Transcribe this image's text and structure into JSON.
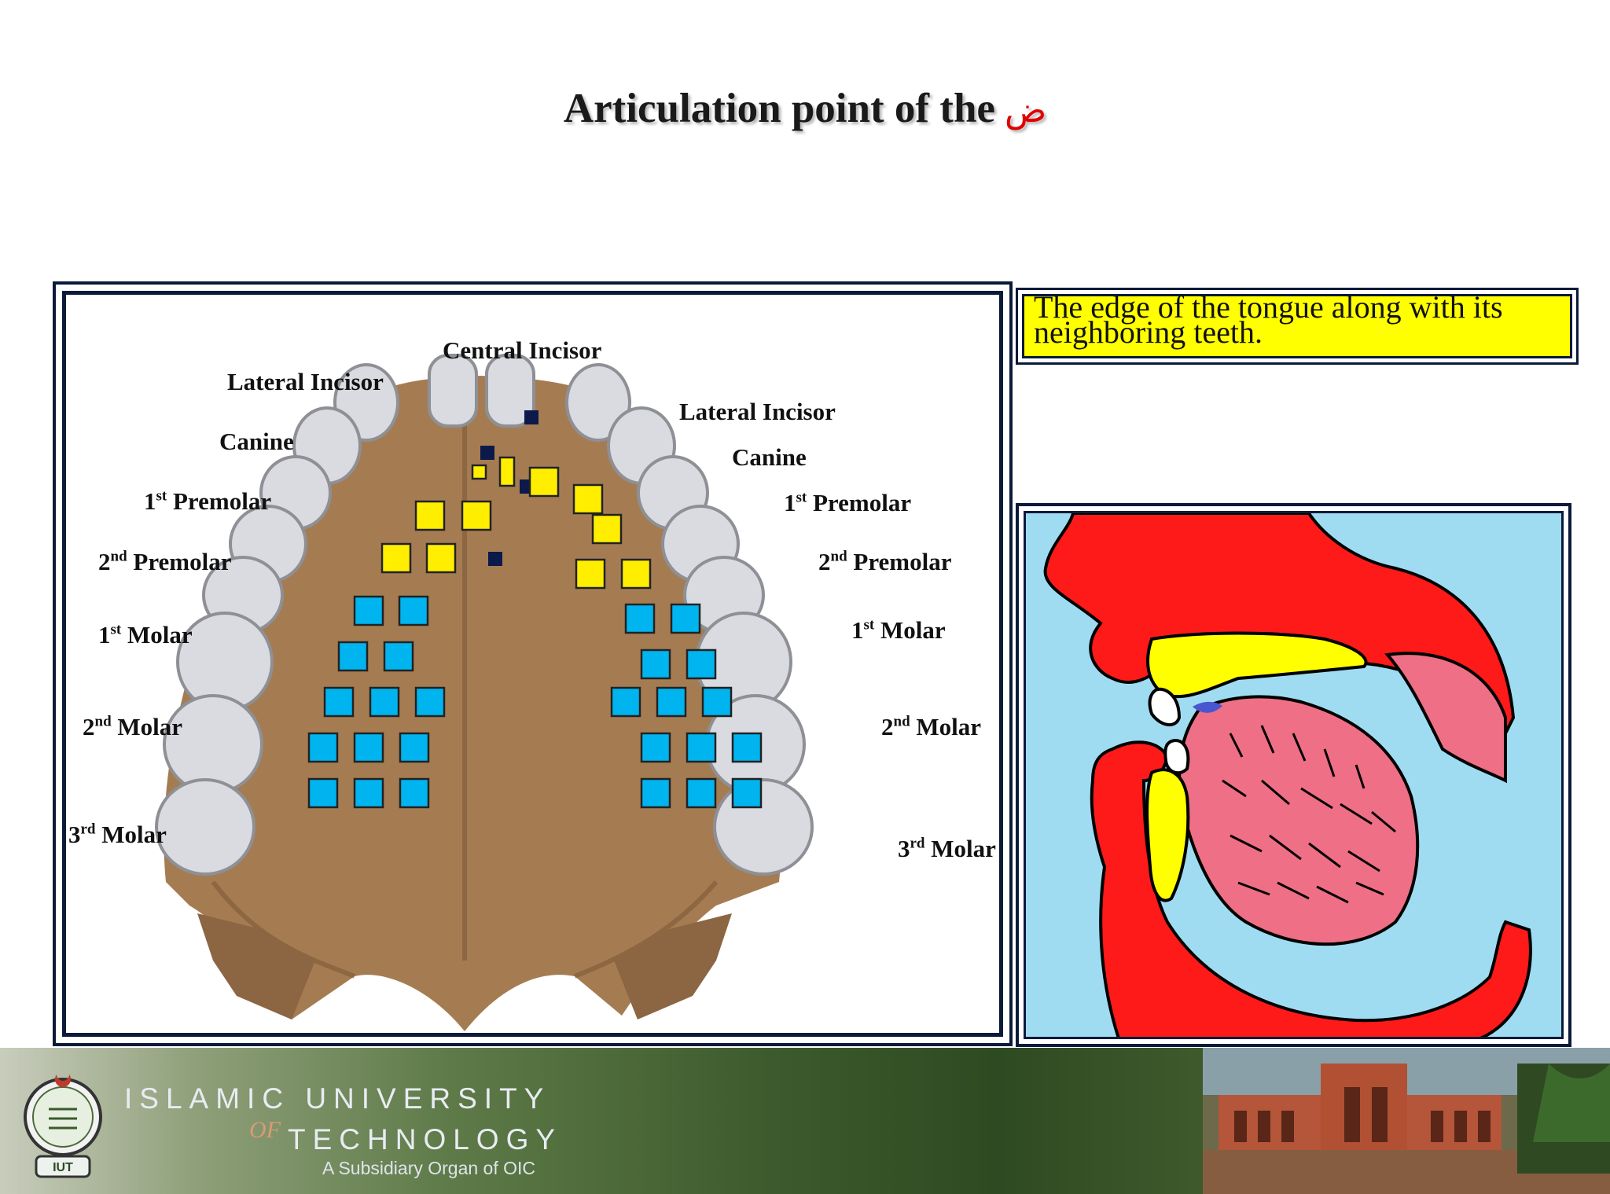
{
  "title": {
    "text": "Articulation point of  the",
    "arabic_letter": "ض"
  },
  "palate_labels": {
    "central_incisor": "Central Incisor",
    "lateral_incisor_left": "Lateral Incisor",
    "lateral_incisor_right": "Lateral Incisor",
    "canine_left": "Canine",
    "canine_right": "Canine",
    "premolar1_left": {
      "ordinal": "1",
      "suffix": "st",
      "name": "Premolar"
    },
    "premolar1_right": {
      "ordinal": "1",
      "suffix": "st",
      "name": "Premolar"
    },
    "premolar2_left": {
      "ordinal": "2",
      "suffix": "nd",
      "name": "Premolar"
    },
    "premolar2_right": {
      "ordinal": "2",
      "suffix": "nd",
      "name": "Premolar"
    },
    "molar1_left": {
      "ordinal": "1",
      "suffix": "st",
      "name": "Molar"
    },
    "molar1_right": {
      "ordinal": "1",
      "suffix": "st",
      "name": "Molar"
    },
    "molar2_left": {
      "ordinal": "2",
      "suffix": "nd",
      "name": "Molar"
    },
    "molar2_right": {
      "ordinal": "2",
      "suffix": "nd",
      "name": "Molar"
    },
    "molar3_left": {
      "ordinal": "3",
      "suffix": "rd",
      "name": "Molar"
    },
    "molar3_right": {
      "ordinal": "3",
      "suffix": "rd",
      "name": "Molar"
    }
  },
  "caption": "The edge of the tongue along with its neighboring teeth.",
  "footer": {
    "line1": "ISLAMIC UNIVERSITY",
    "of": "OF",
    "line2": "TECHNOLOGY",
    "line3": "A Subsidiary Organ of OIC",
    "badge": "IUT"
  },
  "colors": {
    "marker_yellow": "#ffee00",
    "marker_blue": "#00b4f0",
    "palate_brown": "#a57c52",
    "tooth_gray": "#d9dbe0",
    "diagram_red": "#ff1a1a",
    "diagram_pink": "#ef6f86",
    "diagram_bg": "#9fdcf2",
    "caption_yellow": "#ffff00",
    "title_arabic_red": "#e00000"
  }
}
